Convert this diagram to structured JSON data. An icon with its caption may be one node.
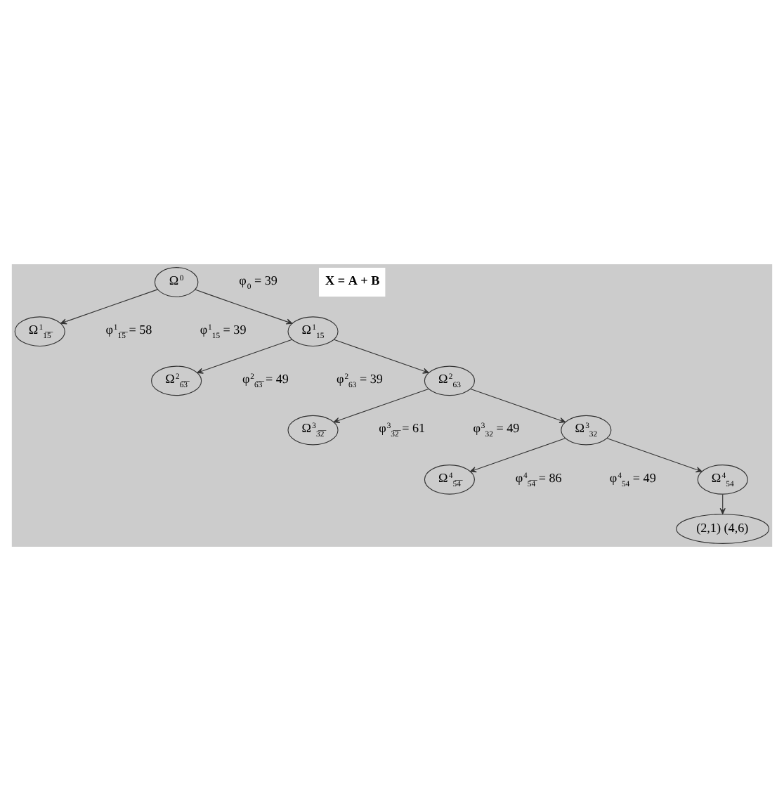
{
  "diagram": {
    "nodes": [
      {
        "text": [
          "Ω$^{0}$"
        ],
        "beside": [
          "φ$_{0}$ = 39"
        ]
      },
      {
        "text": [
          "Ω$^{1}$$_{15}$"
        ],
        "beside": [
          "φ$^{1}$$_{15}$ = 39"
        ]
      },
      {
        "text": [
          "Ω$^{1}$$_{1̅5̅}$"
        ],
        "beside": [
          "φ$^{1}$$_{1̅5̅}$ = 58"
        ]
      },
      {
        "text": [
          "Ω$^{2}$$_{63}$"
        ],
        "beside": [
          "φ$^{2}$$_{63}$ = 39"
        ]
      },
      {
        "text": [
          "Ω$^{2}$$_{6̅3̅}$"
        ],
        "beside": [
          "φ$^{2}$$_{6̅3̅}$ = 49"
        ]
      },
      {
        "text": [
          "Ω$^{3}$$_{32}$"
        ],
        "beside": [
          "φ$^{3}$$_{32}$ = 49"
        ]
      },
      {
        "text": [
          "Ω$^{3}$$_{3̅2̅}$"
        ],
        "beside": [
          "φ$^{3}$$_{3̅2̅}$ = 61"
        ]
      },
      {
        "text": [
          "Ω$^{4}$$_{54}$"
        ],
        "beside": [
          "φ$^{4}$$_{54}$ = 49"
        ]
      },
      {
        "text": [
          "Ω$^{4}$$_{5̅4̅}$"
        ],
        "beside": [
          "φ$^{4}$$_{5̅4̅}$ = 86"
        ]
      },
      {
        "text": [
          "(2,1) (4,6)"
        ]
      }
    ],
    "edges": [
      {
        "from": 0,
        "to": 1,
        "arrow": "to"
      },
      {
        "from": 0,
        "to": 2,
        "arrow": "to"
      },
      {
        "from": 1,
        "to": 3,
        "arrow": "to"
      },
      {
        "from": 1,
        "to": 4,
        "arrow": "to"
      },
      {
        "from": 3,
        "to": 5,
        "arrow": "to"
      },
      {
        "from": 3,
        "to": 6,
        "arrow": "to"
      },
      {
        "from": 5,
        "to": 7,
        "arrow": "to"
      },
      {
        "from": 5,
        "to": 8,
        "arrow": "to"
      },
      {
        "from": 7,
        "to": 9,
        "arrow": "to"
      }
    ],
    "labels": [
      "X = A + B"
    ]
  }
}
